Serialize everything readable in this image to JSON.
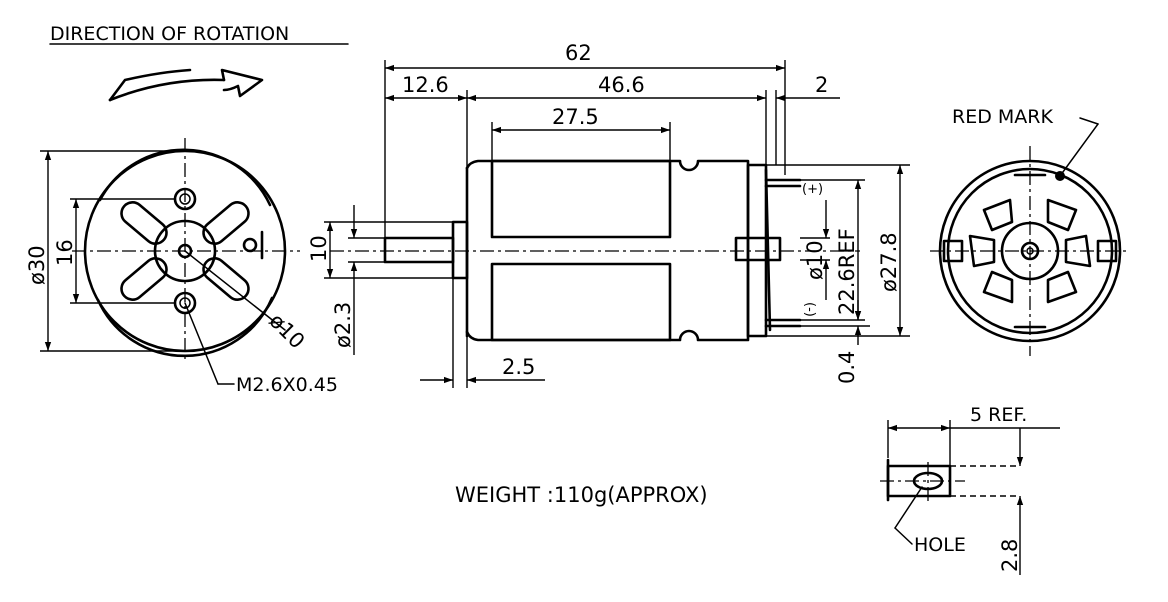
{
  "title": "DIRECTION OF ROTATION",
  "dims": {
    "total_length": "62",
    "shaft_length": "12.6",
    "body_length": "46.6",
    "endcap": "2",
    "magnet_length": "27.5",
    "flange": "2.5",
    "shaft_boss_height": "10",
    "shaft_diameter": "ø2.3",
    "outer_diameter": "ø30",
    "mount_spacing": "16",
    "boss_diameter_front": "ø10",
    "screw_spec": "M2.6X0.45",
    "boss_diameter_rear": "ø10",
    "terminal_spacing": "22.6REF",
    "body_diameter": "ø27.8",
    "terminal_offset": "0.4",
    "terminal_ref": "5 REF.",
    "terminal_height": "2.8"
  },
  "labels": {
    "red_mark": "RED MARK",
    "plus": "(+)",
    "minus": "(-)",
    "hole": "HOLE",
    "weight": "WEIGHT :110g(APPROX)"
  }
}
